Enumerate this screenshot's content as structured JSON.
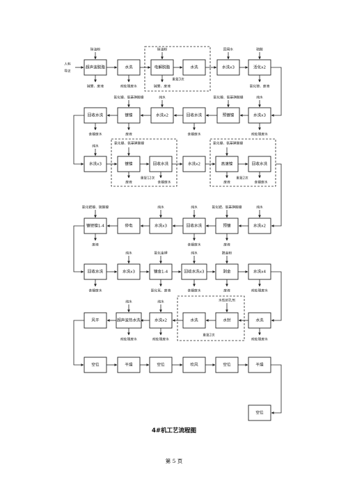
{
  "title": "4#机工艺流程图",
  "page_number": "第 5 页",
  "input": {
    "line1": "人料",
    "line2": "导正"
  },
  "rows": [
    {
      "boxes": [
        "超声波脱脂",
        "水洗",
        "电解脱脂",
        "水洗",
        "水洗x3",
        "活化x2"
      ]
    },
    {
      "boxes": [
        "回收水洗",
        "镀镍",
        "水洗x2",
        "回收水洗",
        "预镀镍",
        "水洗x3"
      ]
    },
    {
      "boxes": [
        "水洗x3",
        "镀镍",
        "回收水洗",
        "水洗x2",
        "高速镍",
        "回收水洗"
      ]
    },
    {
      "boxes": [
        "镀钯镍1-4",
        "停电",
        "水洗x3",
        "回收水洗",
        "预镀",
        "水洗x2"
      ]
    },
    {
      "boxes": [
        "回收水洗",
        "水洗x3",
        "镀金1-4",
        "回收水洗x3",
        "剥金",
        "水洗x4"
      ]
    },
    {
      "boxes": [
        "风干",
        "超声波热水洗",
        "水洗x2",
        "水洗",
        "水封",
        "水洗"
      ]
    },
    {
      "boxes": [
        "空位",
        "干燥",
        "空位",
        "吹风",
        "空位",
        "干燥"
      ]
    }
  ],
  "final_box": "空位",
  "notes": {
    "r1_top": [
      "除油粉",
      "除油粉",
      "回用水",
      "硫酸"
    ],
    "r1_bottom": [
      "碱雾、废液",
      "前处理废水",
      "碱雾、废液",
      "重复3次",
      "氯化铵、废液"
    ],
    "r2_top": [
      "氯化镍、氨基磺酸镍",
      "纯水",
      "氯化镍、氨基磺酸镍",
      "纯水"
    ],
    "r2_bottom": [
      "含镍废水",
      "废液",
      "含镍废水",
      "前处理废水"
    ],
    "r3_top": [
      "纯水",
      "氯化镍、氨基磺酸镍",
      "氯化镍、氨基磺酸镍"
    ],
    "r3_bottom": [
      "废液",
      "重复12次",
      "含镍废水",
      "废液",
      "重复2次",
      "含镍废水"
    ],
    "r4_top": [
      "氯化钯镍、硫酸镍",
      "纯水",
      "纯水",
      "氯化钯、氨基磺酸镍",
      "纯水"
    ],
    "r4_bottom": [
      "废液",
      "含镍废水",
      "废液"
    ],
    "r5_top": [
      "纯水",
      "氯化金钾",
      "纯水",
      "脱金粉"
    ],
    "r5_bottom": [
      "含镍废水",
      "氯化氢、废液",
      "含镍废水",
      "废液",
      "前处理废水"
    ],
    "r6_top": [
      "纯水",
      "纯水",
      "水性封孔剂"
    ],
    "r6_bottom": [
      "前处理废水",
      "前处理废水",
      "重复2次",
      "前处理废水"
    ]
  }
}
